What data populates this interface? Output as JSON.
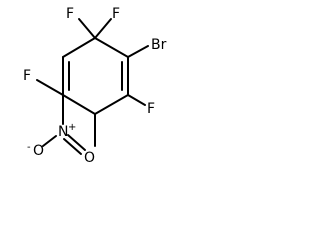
{
  "molecule": {
    "atoms": {
      "f_top_left": "F",
      "f_top_right": "F",
      "br": "Br",
      "f_right": "F",
      "f_left": "F",
      "nitro_n": "N",
      "nitro_n_charge": "+",
      "nitro_o_right": "O",
      "nitro_o_left": "O",
      "nitro_o_left_charge": "-"
    },
    "colors": {
      "bond": "#000000",
      "text": "#000000",
      "background": "#ffffff"
    }
  }
}
